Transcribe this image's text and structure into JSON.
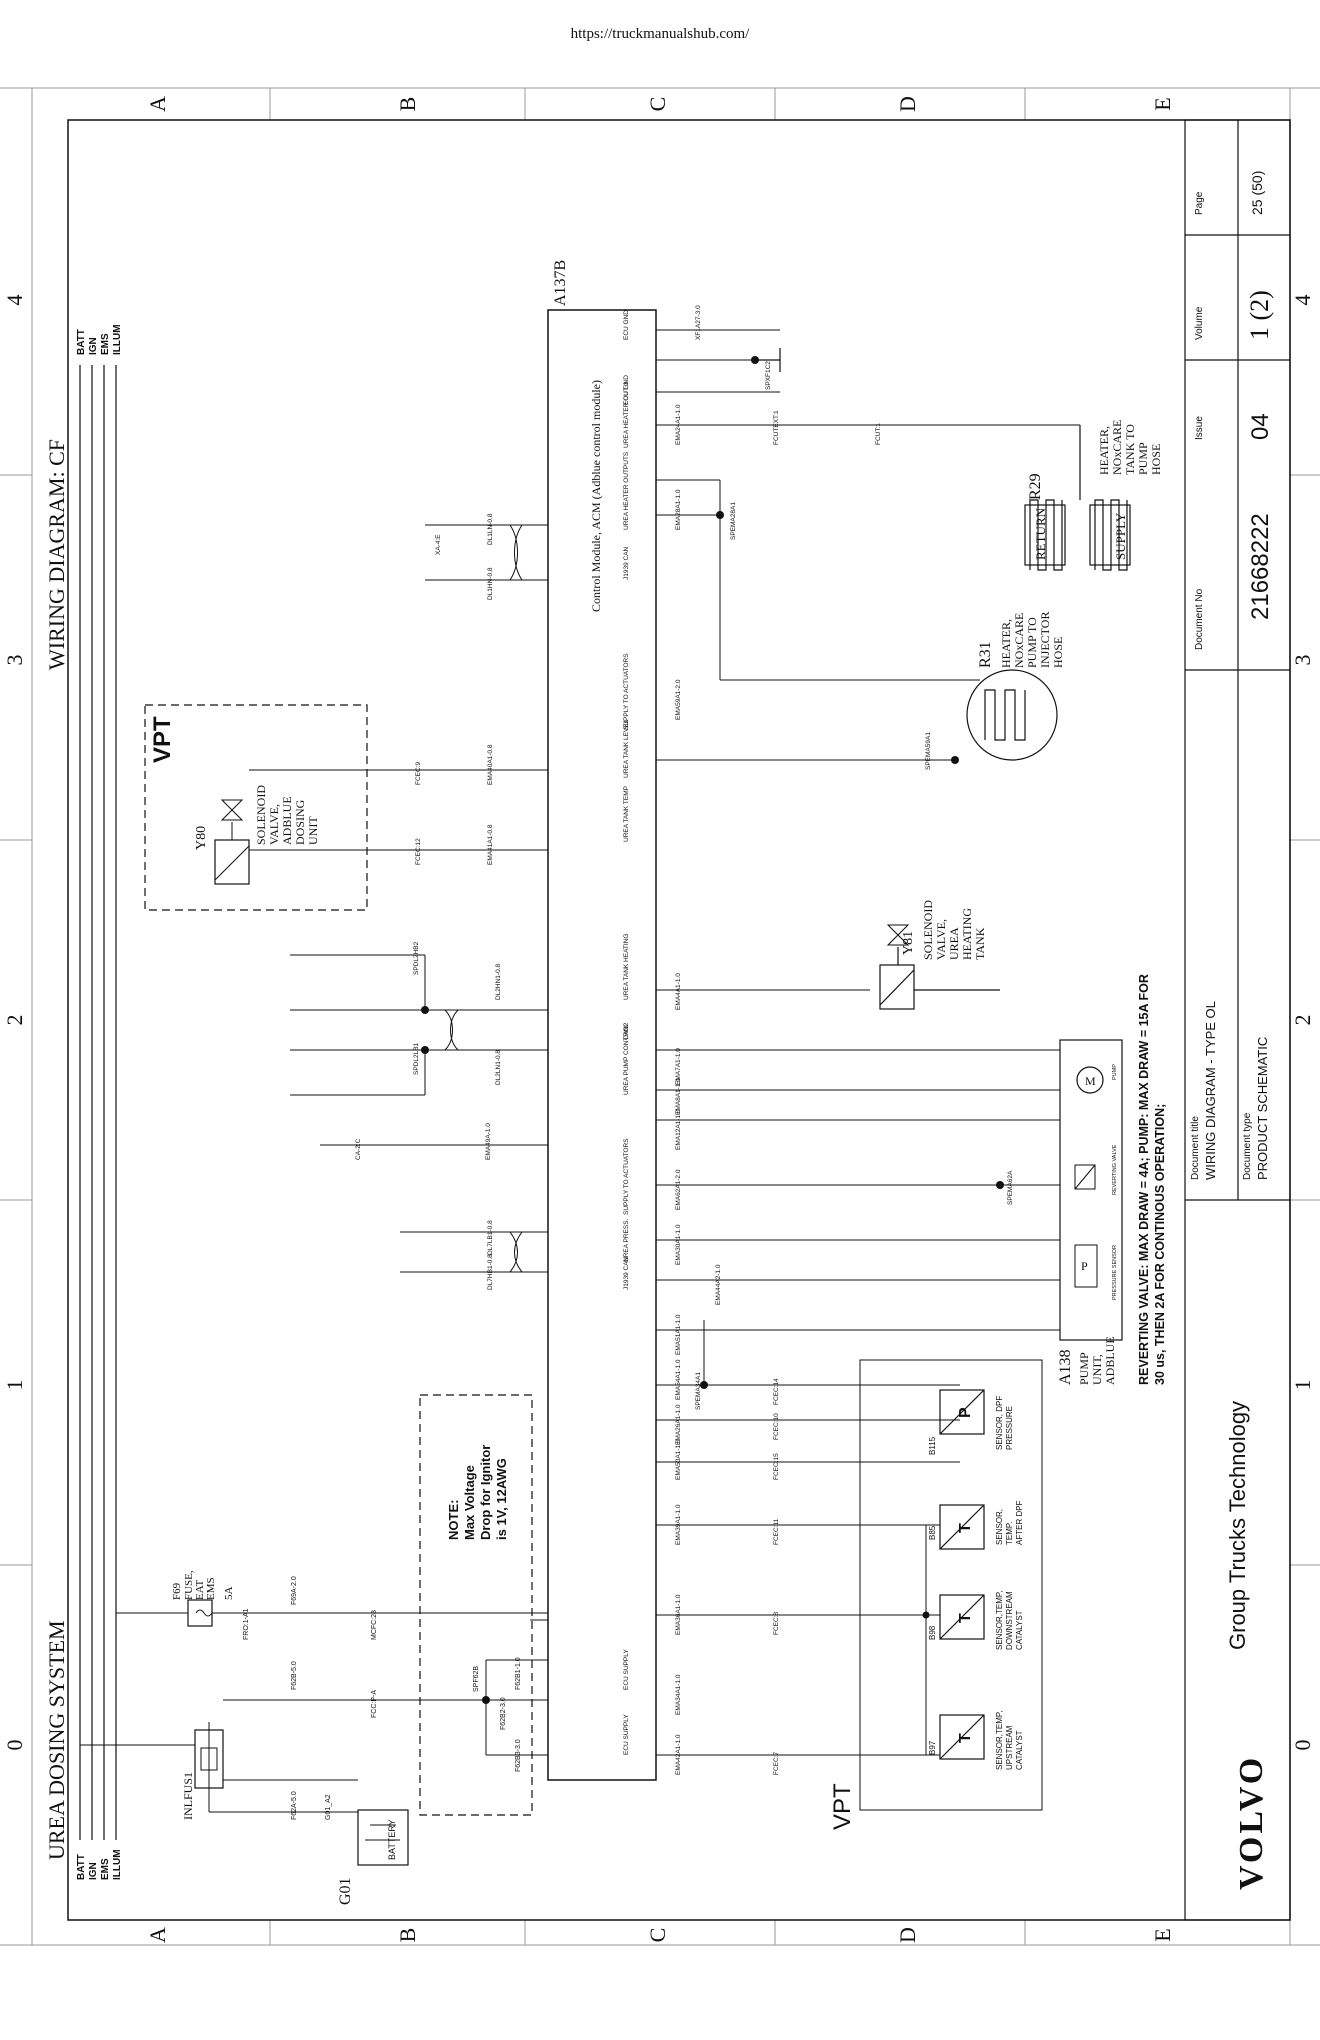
{
  "url": "https://truckmanualshub.com/",
  "zones": {
    "rows": [
      "A",
      "B",
      "C",
      "D",
      "E"
    ],
    "cols": [
      "0",
      "1",
      "2",
      "3",
      "4"
    ]
  },
  "titles": {
    "system": "UREA DOSING SYSTEM",
    "diagram": "WIRING DIAGRAM:  CF"
  },
  "rails": [
    "BATT",
    "IGN",
    "EMS",
    "ILLUM"
  ],
  "title_block": {
    "brand": "VOLVO",
    "company": "Group Trucks Technology",
    "doc_title_label": "Document title",
    "doc_title": "WIRING DIAGRAM - TYPE OL",
    "doc_type_label": "Document type",
    "doc_type": "PRODUCT SCHEMATIC",
    "doc_no_label": "Document No",
    "doc_no": "21668222",
    "issue_label": "Issue",
    "issue": "04",
    "volume_label": "Volume",
    "volume": "1 (2)",
    "page_label": "Page",
    "page": "25 (50)"
  },
  "note": {
    "l1": "NOTE:",
    "l2": "Max Voltage",
    "l3": "Drop for Ignitor",
    "l4": "is 1V, 12AWG"
  },
  "reverting": {
    "l1": "REVERTING VALVE: MAX DRAW = 4A; PUMP: MAX DRAW = 15A FOR",
    "l2": "30 us, THEN 2A FOR CONTINOUS OPERATION;"
  },
  "components": {
    "acm_id": "A137B",
    "acm_name": "Control Module, ACM   (Adblue control module)",
    "vpt": "VPT",
    "y80_id": "Y80",
    "y80_l1": "SOLENOID",
    "y80_l2": "VALVE,",
    "y80_l3": "ADBLUE",
    "y80_l4": "DOSING",
    "y80_l5": "UNIT",
    "y81_id": "Y81",
    "y81_l1": "SOLENOID",
    "y81_l2": "VALVE,",
    "y81_l3": "UREA",
    "y81_l4": "HEATING",
    "y81_l5": "TANK",
    "r29_id": "R29",
    "r29_l1": "HEATER,",
    "r29_l2": "NOxCARE",
    "r29_l3": "TANK TO",
    "r29_l4": "PUMP",
    "r29_l5": "HOSE",
    "r29_return": "RETURN",
    "r29_supply": "SUPPLY",
    "r31_id": "R31",
    "r31_l1": "HEATER,",
    "r31_l2": "NOxCARE",
    "r31_l3": "PUMP TO",
    "r31_l4": "INJECTOR",
    "r31_l5": "HOSE",
    "a138_id": "A138",
    "a138_l1": "PUMP",
    "a138_l2": "UNIT,",
    "a138_l3": "ADBLUE",
    "pump_m": "M",
    "pump_label": "PUMP",
    "rev_valve_label": "REVERTING VALVE",
    "press_sensor_label": "PRESSURE SENSOR",
    "f69_id": "F69",
    "f69_l1": "FUSE,",
    "f69_l2": "EAT",
    "f69_l3": "EMS",
    "f69_amp": "5A",
    "inlfus_id": "INLFUS1",
    "g01_id": "G01",
    "battery": "BATTERY",
    "b115_id": "B115",
    "b115_l1": "SENSOR, DPF",
    "b115_l2": "PRESSURE",
    "b85_id": "B85",
    "b85_l1": "SENSOR,",
    "b85_l2": "TEMP.",
    "b85_l3": "AFTER DPF",
    "b98_id": "B98",
    "b98_l1": "SENSOR,TEMP,",
    "b98_l2": "DOWNSTREAM",
    "b98_l3": "CATALYST",
    "b97_id": "B97",
    "b97_l1": "SENSOR,TEMP,",
    "b97_l2": "UPSTREAM",
    "b97_l3": "CATALYST",
    "sym_p": "P",
    "sym_t": "T"
  },
  "wires": {
    "w_ems42a": "EMA42A1-1.0",
    "w_ems34a": "EMA34A1-1.0",
    "w_ems36a": "EMA36A1-1.0",
    "w_ems39a": "EMA39A1-1.0",
    "w_ems50a": "EMA50A1-1.0",
    "w_ems26a": "EMA26A1-1.0",
    "w_ems54a": "EMA54A1-1.0",
    "w_ems51a": "EMA51A1-1.0",
    "w_ems44a": "EMA44A2-1.0",
    "w_ems30a": "EMA30A1-1.0",
    "w_ems62a": "EMA62A1-2.0",
    "w_ems12a": "EMA12A1-1.0",
    "w_ems8a": "EMA8A1-1.0",
    "w_ems7a": "EMA7A1-1.0",
    "w_ems4a": "EMA4A1-1.0",
    "w_ems40a": "EMA40A1-0.8",
    "w_ems41a": "EMA41A1-0.8",
    "w_ems59a": "EMA59A1-2.0",
    "w_ems28a": "EMA28A1-1.0",
    "w_ems24a": "EMA24A1-1.0",
    "w_dl1h": "DL1HN-0.8",
    "w_dl1l": "DL1LN-0.8",
    "w_dl2h": "DL2HN1-0.8",
    "w_dl2l": "DL2LN1-0.8",
    "w_dl7h": "DL7HB1-0.8",
    "w_dl7l": "DL7LB1-0.8",
    "w_ema49": "EMA49A-1.0",
    "w_f69a": "F69A-2.0",
    "w_f62b": "F62B-5.0",
    "w_f62a": "F62A-5.0",
    "w_f62b1": "F62B1-1.0",
    "w_f62b2": "F62B2-3.0",
    "w_f62b3": "F62B3-3.0",
    "w_xf1a": "XF1A27-3.0",
    "splice_spf62b": "SPF62B",
    "splice_spema34": "SPEMA34A1",
    "splice_spema62": "SPEMA62A",
    "splice_spema28": "SPEMA28A1",
    "splice_spema59": "SPEMA59A1",
    "splice_spdl2": "SPDL2HB2",
    "splice_spdl2l": "SPDL2LB1",
    "splice_spxf": "SPXF1C2",
    "conn_fcec7": "FCEC:7",
    "conn_fcec8": "FCEC:8",
    "conn_fcec11": "FCEC:11",
    "conn_fcec10": "FCEC:10",
    "conn_fcec9": "FCEC:9",
    "conn_fcec12": "FCEC:12",
    "conn_fcec14": "FCEC:14",
    "conn_fcec15": "FCEC:15",
    "conn_fcc_a": "FCC:P-A",
    "conn_mcfc": "MCFC:28",
    "conn_fro": "FRO:1-A1",
    "conn_g01": "G01_A2",
    "conn_ca2c": "CA-2:C",
    "conn_xa4": "XA-4:E",
    "conn_fcut": "FCUT:1",
    "conn_fcutext": "FCUTEXT:1",
    "conn_pin_acm": "ACM",
    "cell_a": "A",
    "cell_b": "B",
    "ecu_supply": "ECU SUPPLY",
    "urea_tank_temp": "UREA TANK TEMP",
    "urea_tank_level": "UREA TANK LEVEL",
    "can2": "CAN2",
    "j1939": "J1939 CAN",
    "urea_press": "UREA PRESS.",
    "urea_pump_ctrl": "UREA PUMP CONTROL",
    "urea_tank_heating": "UREA TANK HEATING",
    "supply_to_act": "SUPPLY TO ACTUATORS",
    "urea_heater_out": "UREA HEATER OUTPUTS",
    "urea_heater_out3": "UREA HEATER OUT 3",
    "ecu_gnd": "ECU GND"
  }
}
